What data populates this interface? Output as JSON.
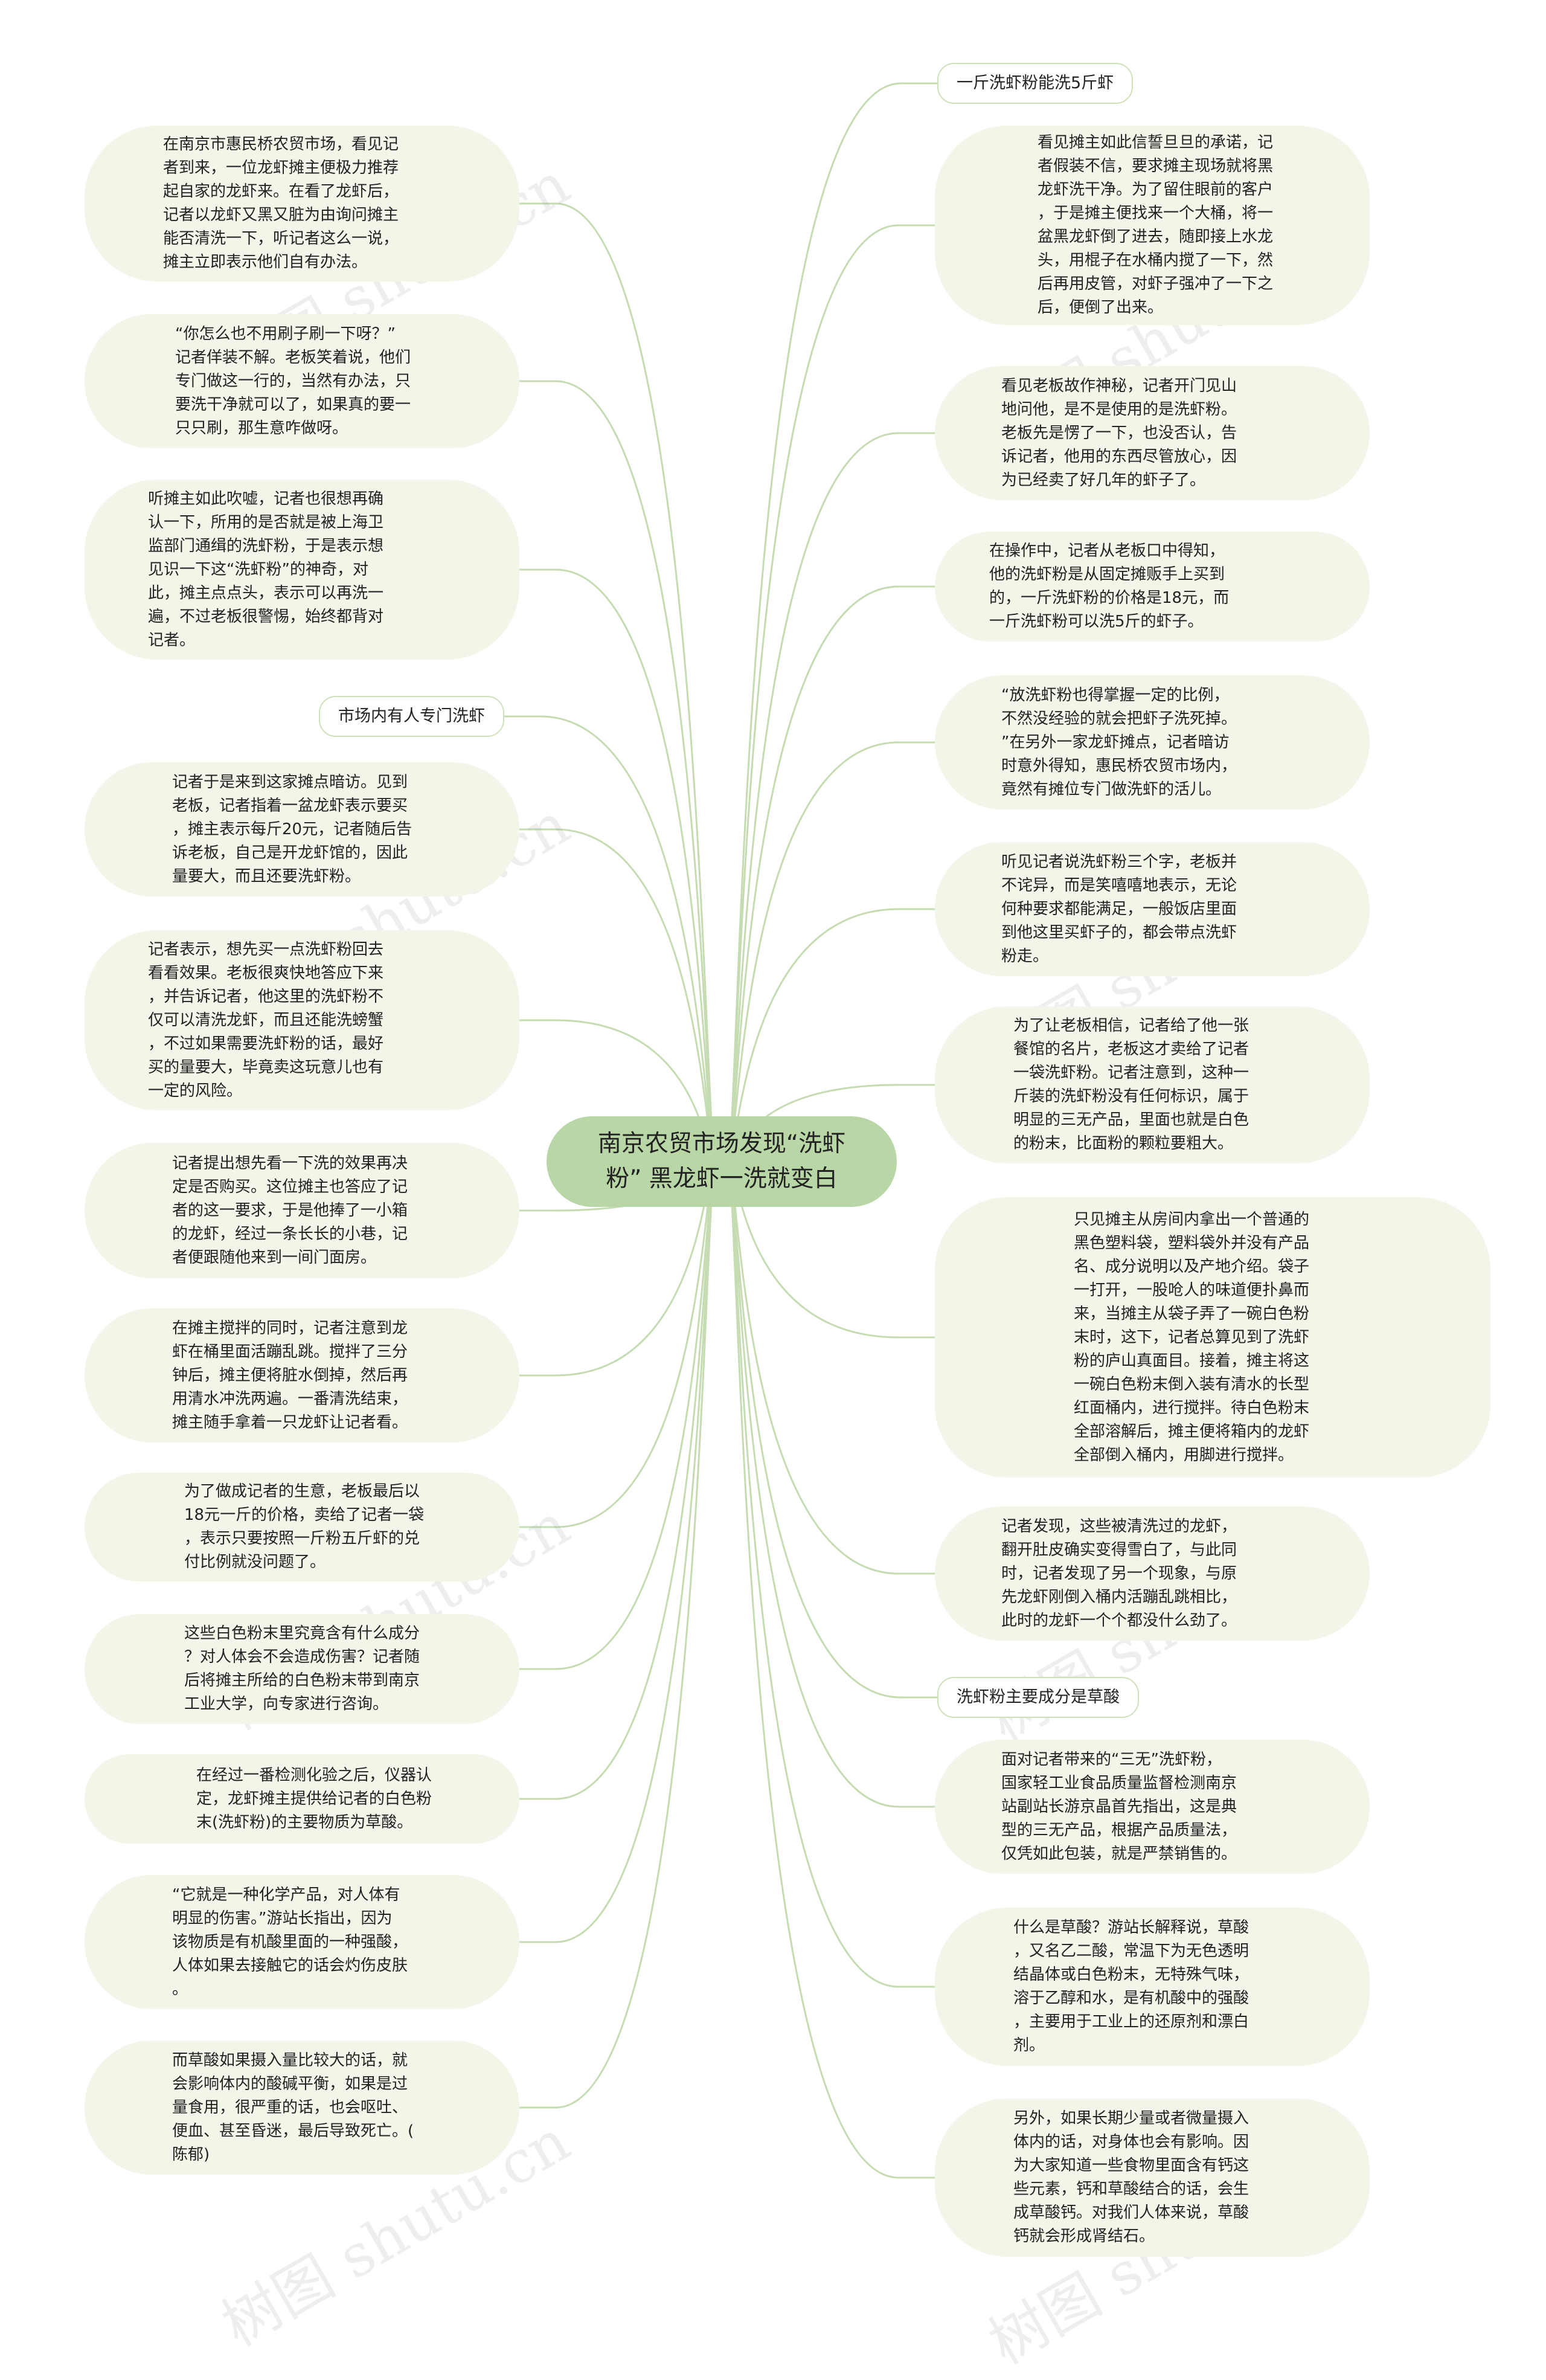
{
  "root": "南京农贸市场发现“洗虾\n粉” 黑龙虾一洗就变白",
  "labels": {
    "l1": "一斤洗虾粉能洗5斤虾",
    "l2": "市场内有人专门洗虾",
    "l3": "洗虾粉主要成分是草酸"
  },
  "left": [
    "在南京市惠民桥农贸市场，看见记\n者到来，一位龙虾摊主便极力推荐\n起自家的龙虾来。在看了龙虾后，\n记者以龙虾又黑又脏为由询问摊主\n能否清洗一下，听记者这么一说，\n摊主立即表示他们自有办法。",
    "“你怎么也不用刷子刷一下呀？”\n记者佯装不解。老板笑着说，他们\n专门做这一行的，当然有办法，只\n要洗干净就可以了，如果真的要一\n只只刷，那生意咋做呀。",
    "听摊主如此吹嘘，记者也很想再确\n认一下，所用的是否就是被上海卫\n监部门通缉的洗虾粉，于是表示想\n见识一下这“洗虾粉”的神奇，对\n此，摊主点点头，表示可以再洗一\n遍，不过老板很警惕，始终都背对\n记者。",
    "记者于是来到这家摊点暗访。见到\n老板，记者指着一盆龙虾表示要买\n，摊主表示每斤20元，记者随后告\n诉老板，自己是开龙虾馆的，因此\n量要大，而且还要洗虾粉。",
    "记者表示，想先买一点洗虾粉回去\n看看效果。老板很爽快地答应下来\n，并告诉记者，他这里的洗虾粉不\n仅可以清洗龙虾，而且还能洗螃蟹\n，不过如果需要洗虾粉的话，最好\n买的量要大，毕竟卖这玩意儿也有\n一定的风险。",
    "记者提出想先看一下洗的效果再决\n定是否购买。这位摊主也答应了记\n者的这一要求，于是他捧了一小箱\n的龙虾，经过一条长长的小巷，记\n者便跟随他来到一间门面房。",
    "在摊主搅拌的同时，记者注意到龙\n虾在桶里面活蹦乱跳。搅拌了三分\n钟后，摊主便将脏水倒掉，然后再\n用清水冲洗两遍。一番清洗结束，\n摊主随手拿着一只龙虾让记者看。",
    "为了做成记者的生意，老板最后以\n18元一斤的价格，卖给了记者一袋\n，表示只要按照一斤粉五斤虾的兑\n付比例就没问题了。",
    "这些白色粉末里究竟含有什么成分\n？对人体会不会造成伤害？记者随\n后将摊主所给的白色粉末带到南京\n工业大学，向专家进行咨询。",
    "在经过一番检测化验之后，仪器认\n定，龙虾摊主提供给记者的白色粉\n末(洗虾粉)的主要物质为草酸。",
    "“它就是一种化学产品，对人体有\n明显的伤害。”游站长指出，因为\n该物质是有机酸里面的一种强酸，\n人体如果去接触它的话会灼伤皮肤\n。",
    "而草酸如果摄入量比较大的话，就\n会影响体内的酸碱平衡，如果是过\n量食用，很严重的话，也会呕吐、\n便血、甚至昏迷，最后导致死亡。(\n陈郁)"
  ],
  "right": [
    "看见摊主如此信誓旦旦的承诺，记\n者假装不信，要求摊主现场就将黑\n龙虾洗干净。为了留住眼前的客户\n，于是摊主便找来一个大桶，将一\n盆黑龙虾倒了进去，随即接上水龙\n头，用棍子在水桶内搅了一下，然\n后再用皮管，对虾子强冲了一下之\n后，便倒了出来。",
    "看见老板故作神秘，记者开门见山\n地问他，是不是使用的是洗虾粉。\n老板先是愣了一下，也没否认，告\n诉记者，他用的东西尽管放心，因\n为已经卖了好几年的虾子了。",
    "在操作中，记者从老板口中得知，\n他的洗虾粉是从固定摊贩手上买到\n的，一斤洗虾粉的价格是18元，而\n一斤洗虾粉可以洗5斤的虾子。",
    "“放洗虾粉也得掌握一定的比例，\n不然没经验的就会把虾子洗死掉。\n”在另外一家龙虾摊点，记者暗访\n时意外得知，惠民桥农贸市场内，\n竟然有摊位专门做洗虾的活儿。",
    "听见记者说洗虾粉三个字，老板并\n不诧异，而是笑嘻嘻地表示，无论\n何种要求都能满足，一般饭店里面\n到他这里买虾子的，都会带点洗虾\n粉走。",
    "为了让老板相信，记者给了他一张\n餐馆的名片，老板这才卖给了记者\n一袋洗虾粉。记者注意到，这种一\n斤装的洗虾粉没有任何标识，属于\n明显的三无产品，里面也就是白色\n的粉末，比面粉的颗粒要粗大。",
    "只见摊主从房间内拿出一个普通的\n黑色塑料袋，塑料袋外并没有产品\n名、成分说明以及产地介绍。袋子\n一打开，一股呛人的味道便扑鼻而\n来，当摊主从袋子弄了一碗白色粉\n末时，这下，记者总算见到了洗虾\n粉的庐山真面目。接着，摊主将这\n一碗白色粉末倒入装有清水的长型\n红面桶内，进行搅拌。待白色粉末\n全部溶解后，摊主便将箱内的龙虾\n全部倒入桶内，用脚进行搅拌。",
    "记者发现，这些被清洗过的龙虾，\n翻开肚皮确实变得雪白了，与此同\n时，记者发现了另一个现象，与原\n先龙虾刚倒入桶内活蹦乱跳相比，\n此时的龙虾一个个都没什么劲了。",
    "面对记者带来的“三无”洗虾粉，\n国家轻工业食品质量监督检测南京\n站副站长游京晶首先指出，这是典\n型的三无产品，根据产品质量法，\n仅凭如此包装，就是严禁销售的。",
    "什么是草酸？游站长解释说，草酸\n，又名乙二酸，常温下为无色透明\n结晶体或白色粉末，无特殊气味，\n溶于乙醇和水，是有机酸中的强酸\n，主要用于工业上的还原剂和漂白\n剂。",
    "另外，如果长期少量或者微量摄入\n体内的话，对身体也会有影响。因\n为大家知道一些食物里面含有钙这\n些元素，钙和草酸结合的话，会生\n成草酸钙。对我们人体来说，草酸\n钙就会形成肾结石。"
  ],
  "watermark": "树图 shutu.cn",
  "colors": {
    "line": "#c5dcb2",
    "node_bg": "#f1f6e9",
    "root_bg": "#b9d6a6"
  }
}
